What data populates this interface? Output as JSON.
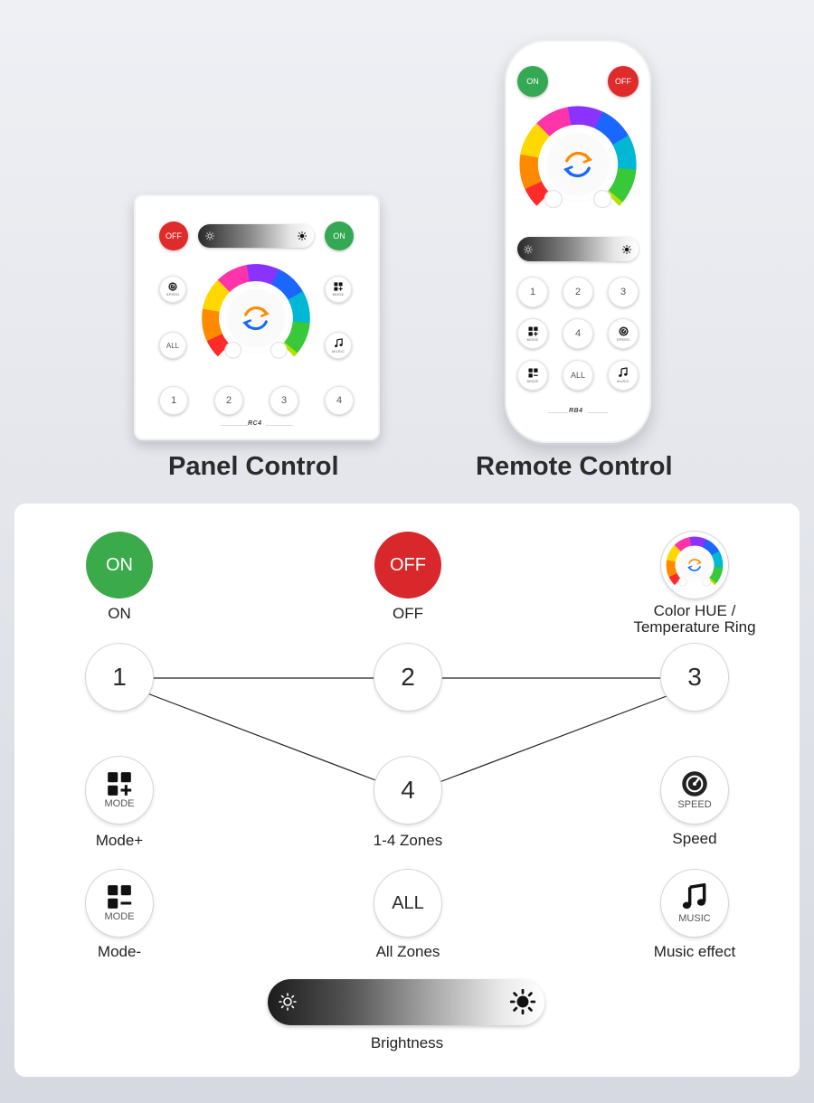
{
  "products": {
    "panel": {
      "caption": "Panel Control",
      "model": "RC4",
      "off_label": "OFF",
      "on_label": "ON",
      "speed_sub": "SPEED",
      "mode_sub": "MODE",
      "all_label": "ALL",
      "music_sub": "MUSIC",
      "zones": [
        "1",
        "2",
        "3",
        "4"
      ]
    },
    "remote": {
      "caption": "Remote Control",
      "model": "RB4",
      "on_label": "ON",
      "off_label": "OFF",
      "zones": [
        "1",
        "2",
        "3",
        "4"
      ],
      "mode_sub": "MODE",
      "speed_sub": "SPEED",
      "all_label": "ALL",
      "music_sub": "MUSIC"
    }
  },
  "legend": {
    "on": {
      "button": "ON",
      "label": "ON"
    },
    "off": {
      "button": "OFF",
      "label": "OFF"
    },
    "ring": {
      "label_line1": "Color HUE /",
      "label_line2": "Temperature Ring"
    },
    "zones": {
      "buttons": [
        "1",
        "2",
        "3",
        "4"
      ],
      "label": "1-4 Zones"
    },
    "mode_plus": {
      "sub": "MODE",
      "label": "Mode+"
    },
    "mode_minus": {
      "sub": "MODE",
      "label": "Mode-"
    },
    "speed": {
      "sub": "SPEED",
      "label": "Speed"
    },
    "all": {
      "button": "ALL",
      "label": "All Zones"
    },
    "music": {
      "sub": "MUSIC",
      "label": "Music effect"
    },
    "brightness": {
      "label": "Brightness"
    }
  },
  "colors": {
    "on_green": "#3aaa4a",
    "off_red": "#d8282b",
    "ring_gradient": [
      "#ff2a2a",
      "#ff8a00",
      "#ffe000",
      "#44cc33",
      "#00c0c0",
      "#1a66ff",
      "#8a33ff",
      "#ff33aa"
    ]
  }
}
